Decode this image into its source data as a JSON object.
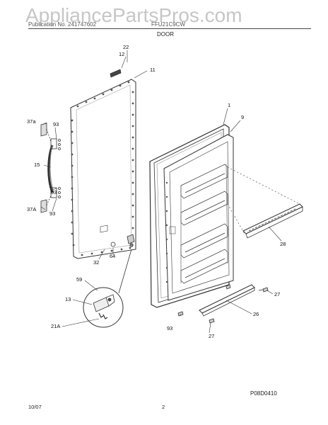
{
  "watermark": "AppliancePartsPros.com",
  "header": {
    "left": "Publication No.  241747602",
    "right": "FFU21C9CW",
    "title": "DOOR"
  },
  "callouts": {
    "c22": "22",
    "c12": "12",
    "c11": "11",
    "c1": "1",
    "c9": "9",
    "c37a": "37a",
    "c93a": "93",
    "c15": "15",
    "c93b": "93",
    "c37A": "37A",
    "c93c": "93",
    "c32": "32",
    "c64": "64",
    "c59": "59",
    "c13": "13",
    "c21A": "21A",
    "c28": "28",
    "c27a": "27",
    "c26": "26",
    "c93d": "93",
    "c27b": "27"
  },
  "footer": {
    "code": "P08D0410",
    "date": "10/07",
    "page": "2"
  }
}
